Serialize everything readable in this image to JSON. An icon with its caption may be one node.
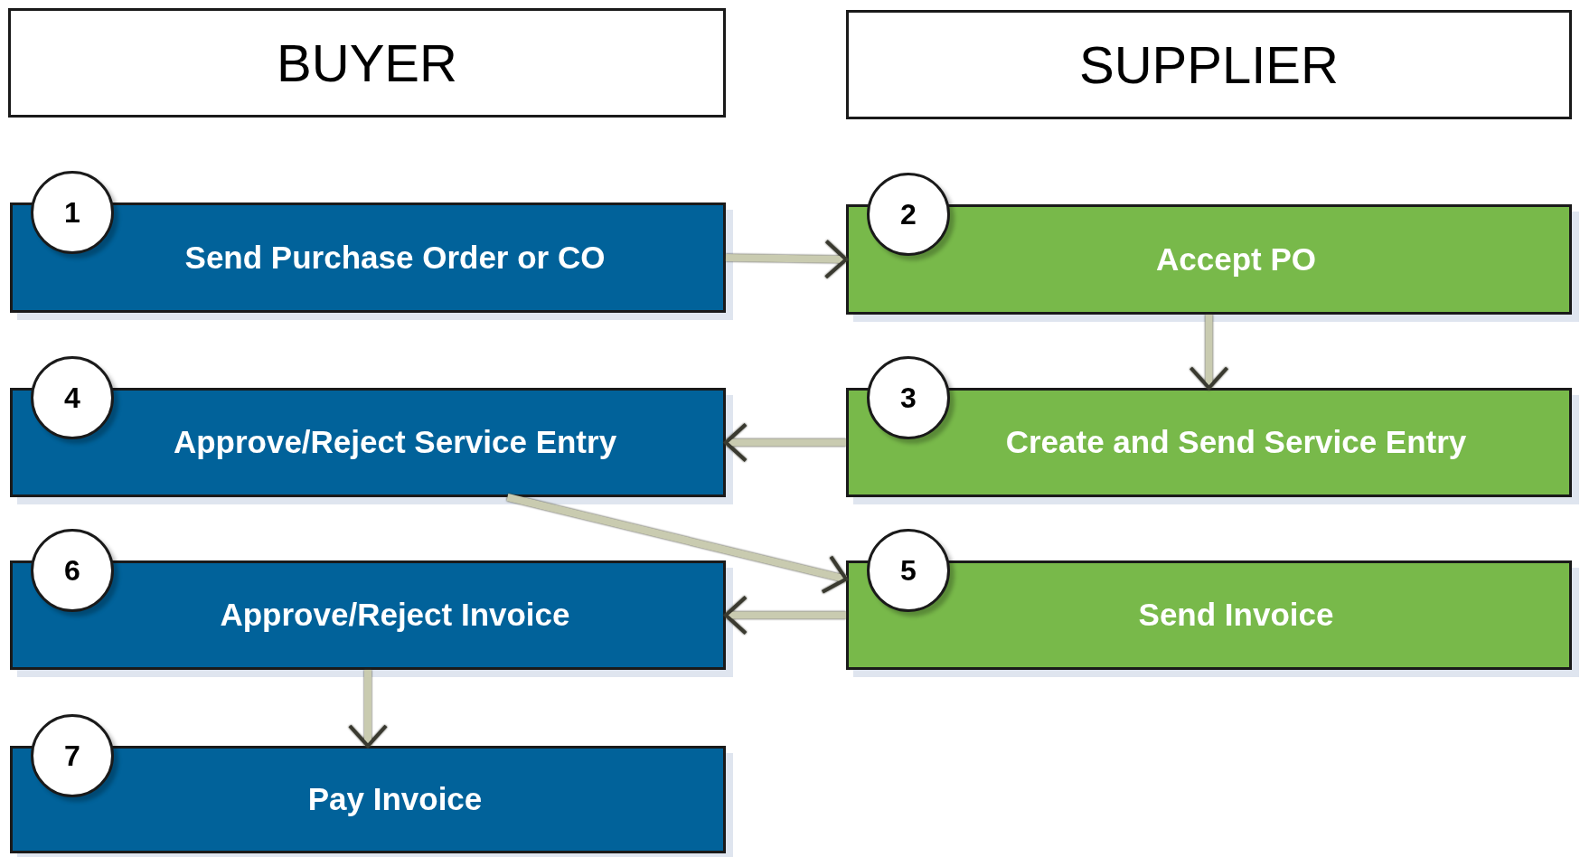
{
  "diagram": {
    "nodes": [
      {
        "text": [
          "BUYER"
        ]
      },
      {
        "text": [
          "SUPPLIER"
        ]
      },
      {
        "text": [
          "1",
          "Send Purchase Order or CO"
        ]
      },
      {
        "text": [
          "2",
          "Accept PO"
        ]
      },
      {
        "text": [
          "4",
          "Approve/Reject Service Entry"
        ]
      },
      {
        "text": [
          "3",
          "Create and Send Service Entry"
        ]
      },
      {
        "text": [
          "6",
          "Approve/Reject Invoice"
        ]
      },
      {
        "text": [
          "5",
          "Send Invoice"
        ]
      },
      {
        "text": [
          "7",
          "Pay Invoice"
        ]
      }
    ],
    "edges": [
      {
        "from": 2,
        "to": 3,
        "arrow": "to"
      },
      {
        "from": 3,
        "to": 5,
        "arrow": "to"
      },
      {
        "from": 5,
        "to": 4,
        "arrow": "to"
      },
      {
        "from": 4,
        "to": 7,
        "arrow": "to"
      },
      {
        "from": 7,
        "to": 6,
        "arrow": "to"
      },
      {
        "from": 6,
        "to": 8,
        "arrow": "to"
      }
    ]
  }
}
